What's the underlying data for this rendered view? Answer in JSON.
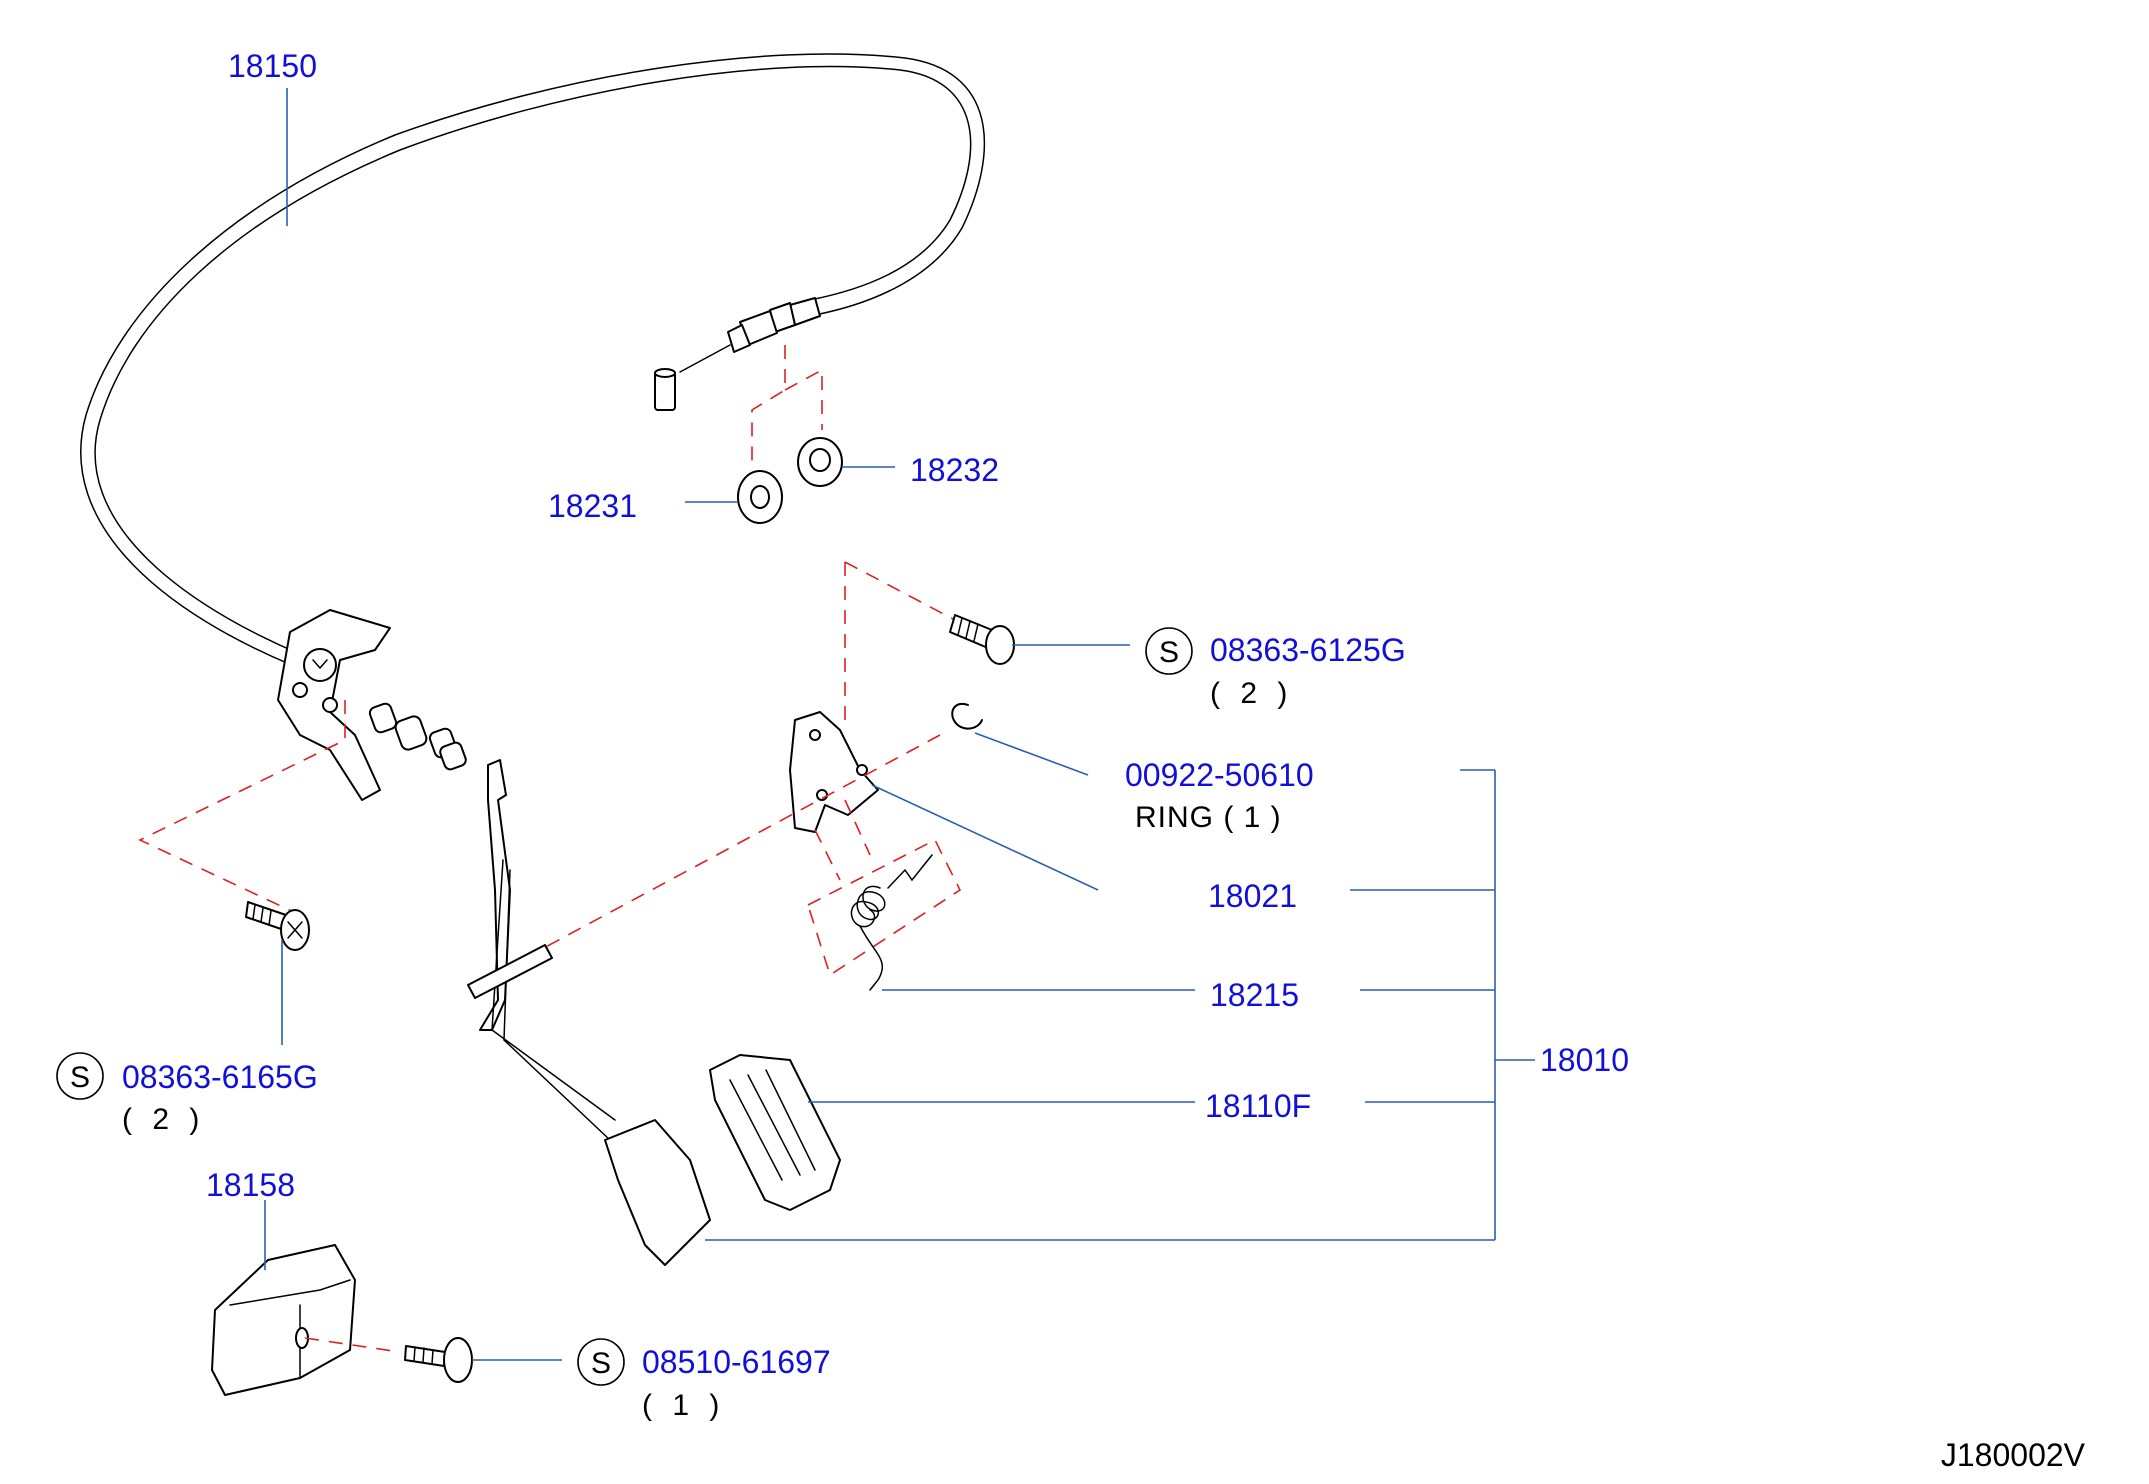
{
  "diagram_code": "J180002V",
  "callouts": {
    "p18150": "18150",
    "p18231": "18231",
    "p18232": "18232",
    "p18021": "18021",
    "p18215": "18215",
    "p18110F": "18110F",
    "p18010": "18010",
    "p18158": "18158",
    "bolt_6125G": "08363-6125G",
    "bolt_6125G_qty": "( 2 )",
    "ring": "00922-50610",
    "ring_name_qty": "RING ( 1 )",
    "bolt_6165G": "08363-6165G",
    "bolt_6165G_qty": "( 2 )",
    "screw_61697": "08510-61697",
    "screw_61697_qty": "( 1 )"
  },
  "s_marker": "S",
  "colors": {
    "part_number": "#1010d8",
    "leader_line": "#2a5fb0",
    "dashed_guide": "#e02020",
    "drawing": "#000000"
  }
}
